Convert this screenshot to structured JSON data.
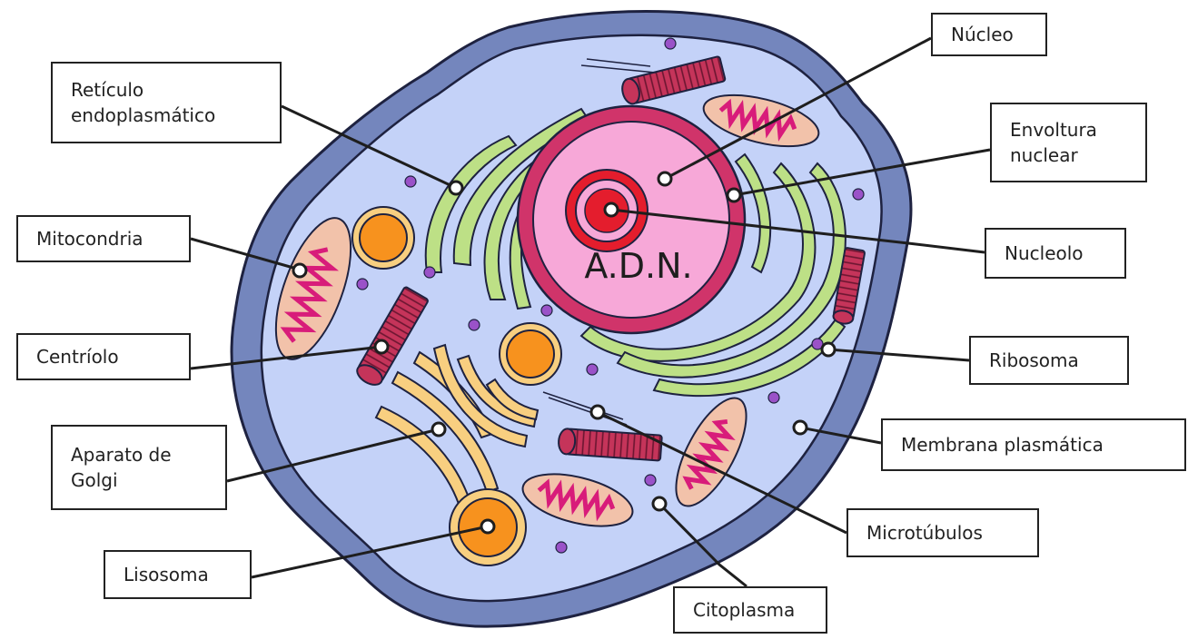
{
  "colors": {
    "membrane_outer": "#7486bd",
    "cytoplasm": "#c4d2f8",
    "outline": "#1e2240",
    "nucleus_rim": "#d0346a",
    "nucleus_fill": "#f7a8d8",
    "nucleolus": "#e41d2d",
    "er_green": "#bde086",
    "mitochondria": "#f2c2aa",
    "mito_crista": "#d81c7a",
    "centriole": "#c5345a",
    "golgi": "#f8cf80",
    "lysosome": "#f7921e",
    "ribosome": "#9a52c8"
  },
  "icons": [
    "cell-membrane",
    "nucleus",
    "nucleolus",
    "mitochondrion",
    "centriole",
    "golgi-apparatus",
    "lysosome",
    "ribosome",
    "microtubule"
  ],
  "center_text": "A.D.N.",
  "labels": {
    "reticulo": "Retículo\nendoplasmático",
    "mitocondria": "Mitocondria",
    "centriolo": "Centríolo",
    "golgi": "Aparato de\nGolgi",
    "lisosoma": "Lisosoma",
    "nucleo": "Núcleo",
    "envoltura": "Envoltura\nnuclear",
    "nucleolo": "Nucleolo",
    "ribosoma": "Ribosoma",
    "membrana": "Membrana plasmática",
    "microtubulos": "Microtúbulos",
    "citoplasma": "Citoplasma"
  }
}
